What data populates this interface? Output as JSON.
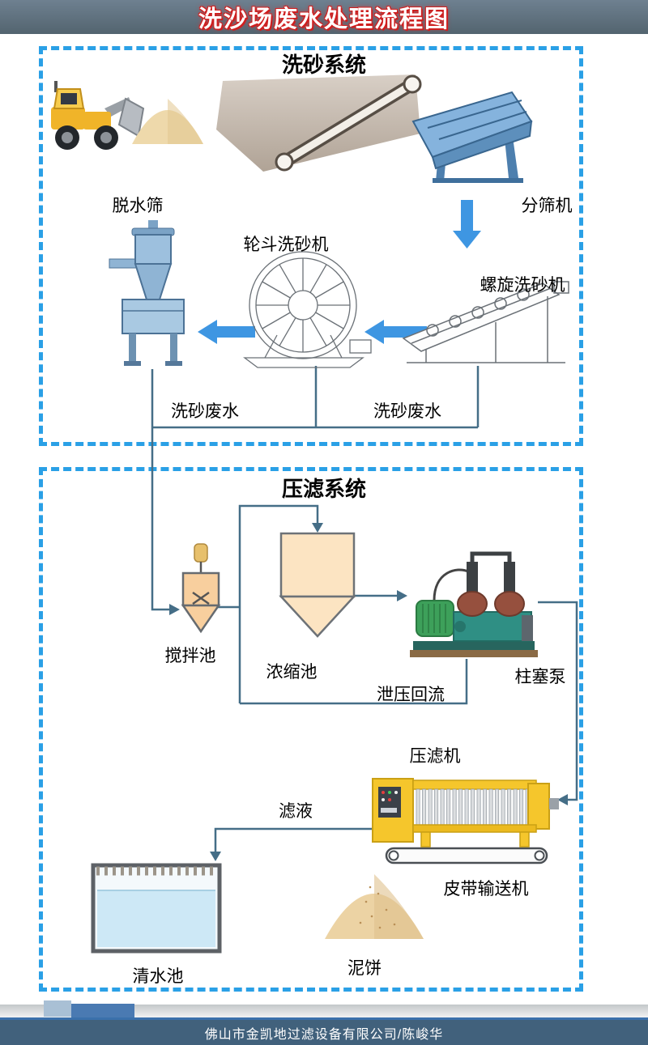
{
  "header": {
    "title": "洗沙场废水处理流程图"
  },
  "sections": {
    "wash": {
      "title": "洗砂系统",
      "labels": {
        "dewater_screen": "脱水筛",
        "screening_machine": "分筛机",
        "wheel_washer": "轮斗洗砂机",
        "spiral_washer": "螺旋洗砂机",
        "wastewater_left": "洗砂废水",
        "wastewater_right": "洗砂废水"
      }
    },
    "press": {
      "title": "压滤系统",
      "labels": {
        "mixing_tank": "搅拌池",
        "thickener": "浓缩池",
        "plunger_pump": "柱塞泵",
        "relief_return": "泄压回流",
        "filter_press": "压滤机",
        "filtrate": "滤液",
        "belt_conveyor": "皮带输送机",
        "mud_cake": "泥饼",
        "clear_water_tank": "清水池"
      }
    }
  },
  "footer": {
    "company": "佛山市金凯地过滤设备有限公司/陈峻华"
  },
  "colors": {
    "dashed_border": "#2aa0e6",
    "fat_arrow_blue": "#3e96e2",
    "flow_line": "#456e87",
    "header_bg": "#5d6f7f",
    "title_glow_red": "#cf1f1f",
    "footer_bg": "#41617c",
    "press_yellow": "#f5c62c",
    "tank_peach": "#fce4c2",
    "water_blue": "#cde8f6"
  },
  "illustrations": [
    "wheel-loader",
    "sand-pile",
    "belt-conveyor-photo",
    "screening-machine",
    "spiral-sand-washer",
    "wheel-bucket-sand-washer",
    "dewatering-cyclone",
    "mixing-tank",
    "thickening-tank",
    "plunger-pump",
    "filter-press",
    "clear-water-tank",
    "mud-cake-pile"
  ]
}
